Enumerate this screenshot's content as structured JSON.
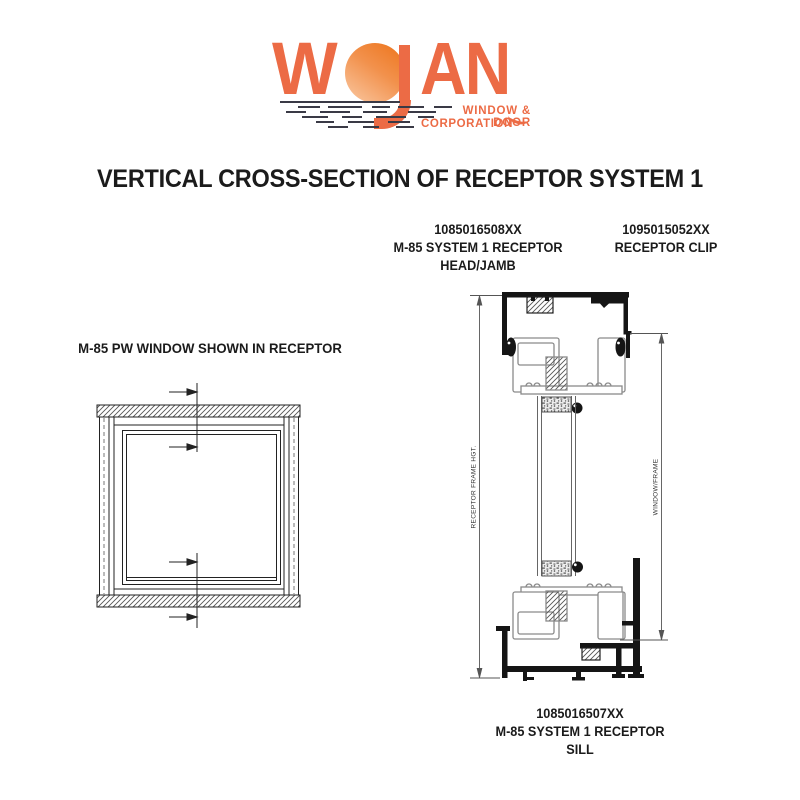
{
  "logo": {
    "word_w": "W",
    "word_an": "AN",
    "subtitle_line1": "WINDOW & DOOR",
    "subtitle_line2": "CORPORATION",
    "orange": "#EC6B45",
    "sun_dark": "#EE7A25",
    "sun_light": "#F9C49C",
    "water_color": "#3A3A46"
  },
  "title": {
    "text": "VERTICAL CROSS-SECTION OF RECEPTOR SYSTEM 1"
  },
  "callouts": {
    "head": {
      "line1": "1085016508XX",
      "line2": "M-85 SYSTEM 1 RECEPTOR",
      "line3": "HEAD/JAMB"
    },
    "clip": {
      "line1": "1095015052XX",
      "line2": "RECEPTOR CLIP"
    },
    "window_note": {
      "text": "M-85 PW WINDOW SHOWN IN RECEPTOR"
    },
    "sill": {
      "line1": "1085016507XX",
      "line2": "M-85 SYSTEM 1 RECEPTOR",
      "line3": "SILL"
    }
  },
  "dimensions": {
    "receptor_frame": "RECEPTOR FRAME HGT.",
    "window_frame": "WINDOW/FRAME"
  },
  "colors": {
    "ink": "#1B1B1B",
    "profile_gray": "#8A8A8A",
    "dimension_line": "#555555"
  }
}
